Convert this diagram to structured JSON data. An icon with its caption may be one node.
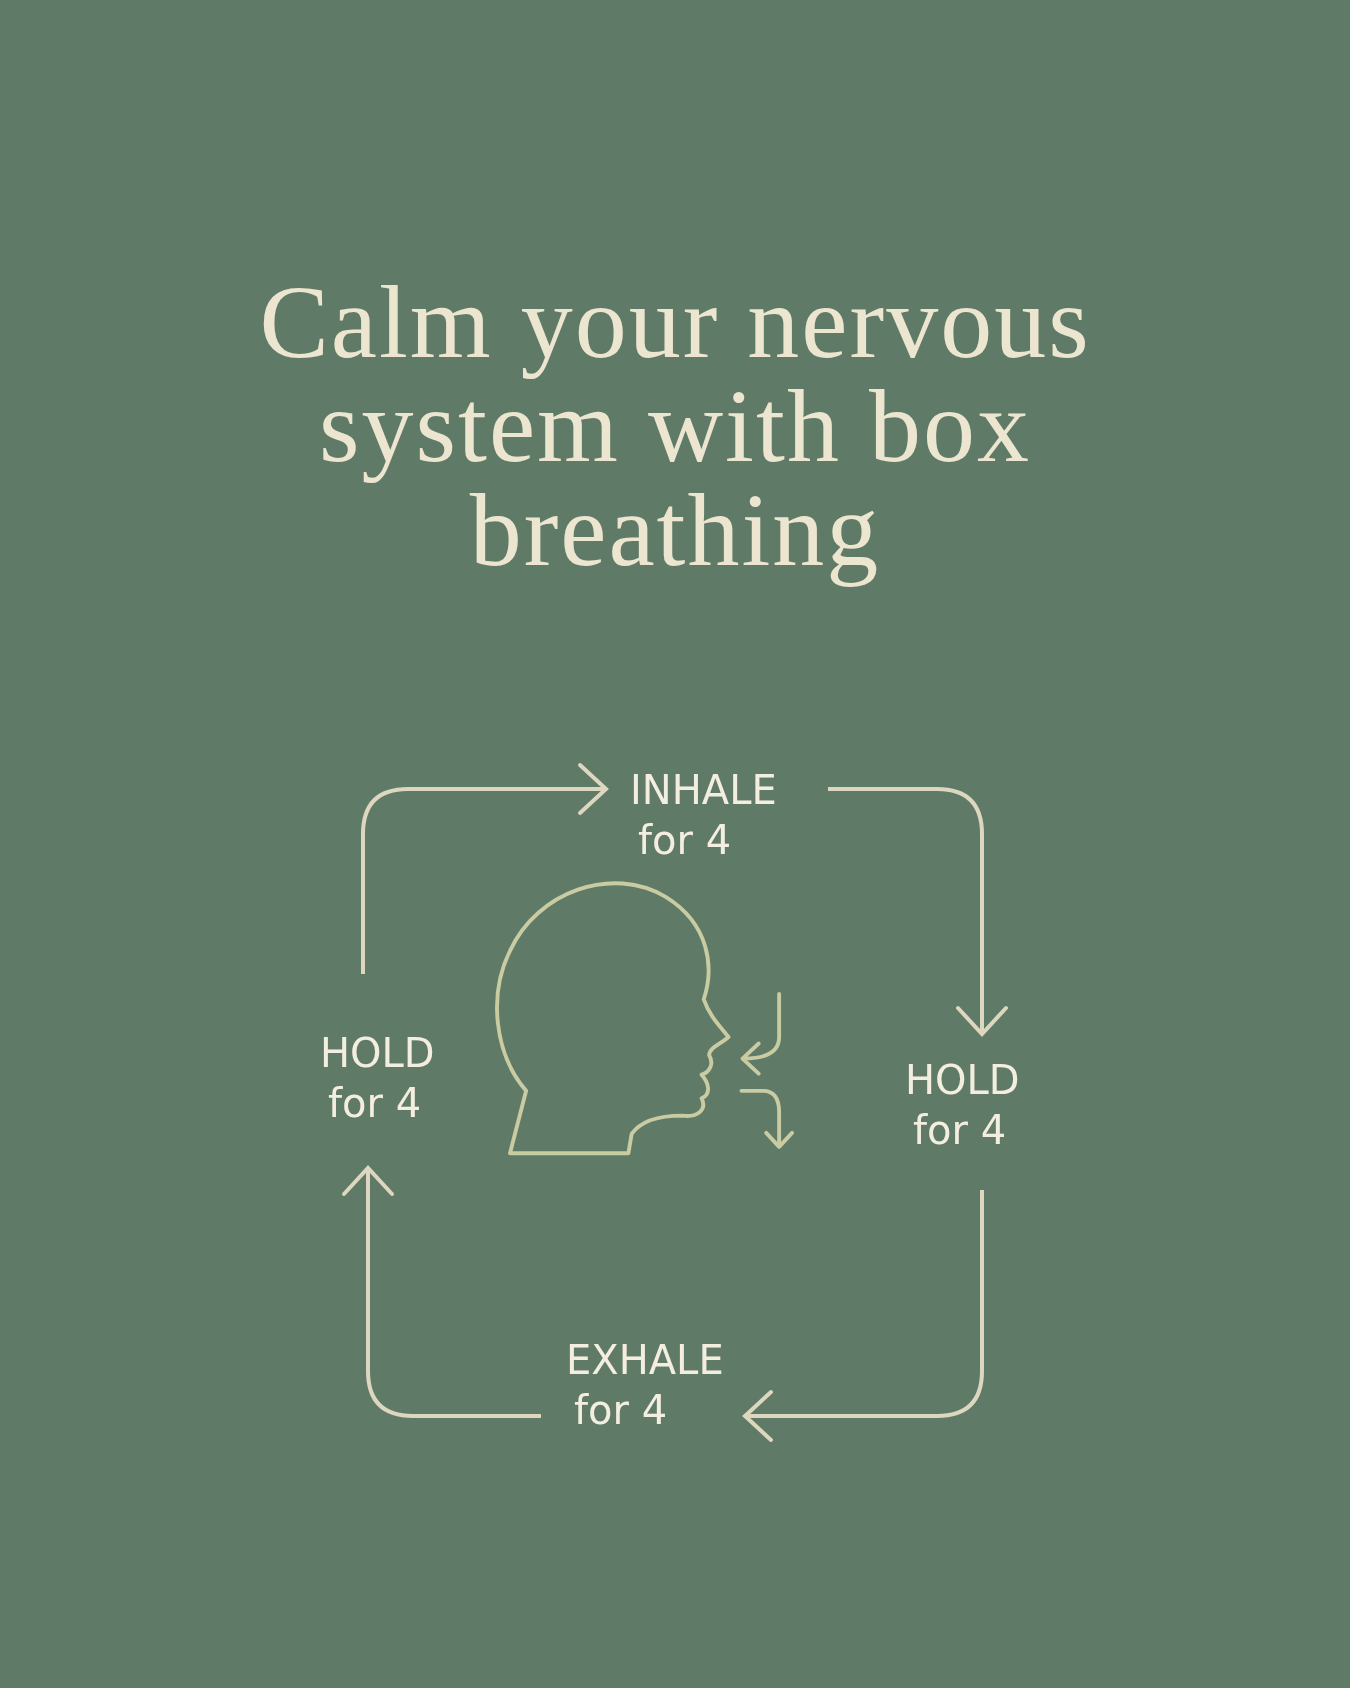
{
  "diagram": {
    "title": "Calm your nervous system with box breathing",
    "nodes": [
      {
        "text": [
          "INHALE",
          "for 4"
        ]
      },
      {
        "text": [
          "HOLD",
          "for 4"
        ]
      },
      {
        "text": [
          "EXHALE",
          "for 4"
        ]
      },
      {
        "text": [
          "HOLD",
          "for 4"
        ]
      }
    ],
    "edges": [
      {
        "from": 3,
        "to": 0,
        "arrow": "to"
      },
      {
        "from": 0,
        "to": 1,
        "arrow": "to"
      },
      {
        "from": 1,
        "to": 2,
        "arrow": "to"
      },
      {
        "from": 2,
        "to": 3,
        "arrow": "to"
      }
    ]
  }
}
